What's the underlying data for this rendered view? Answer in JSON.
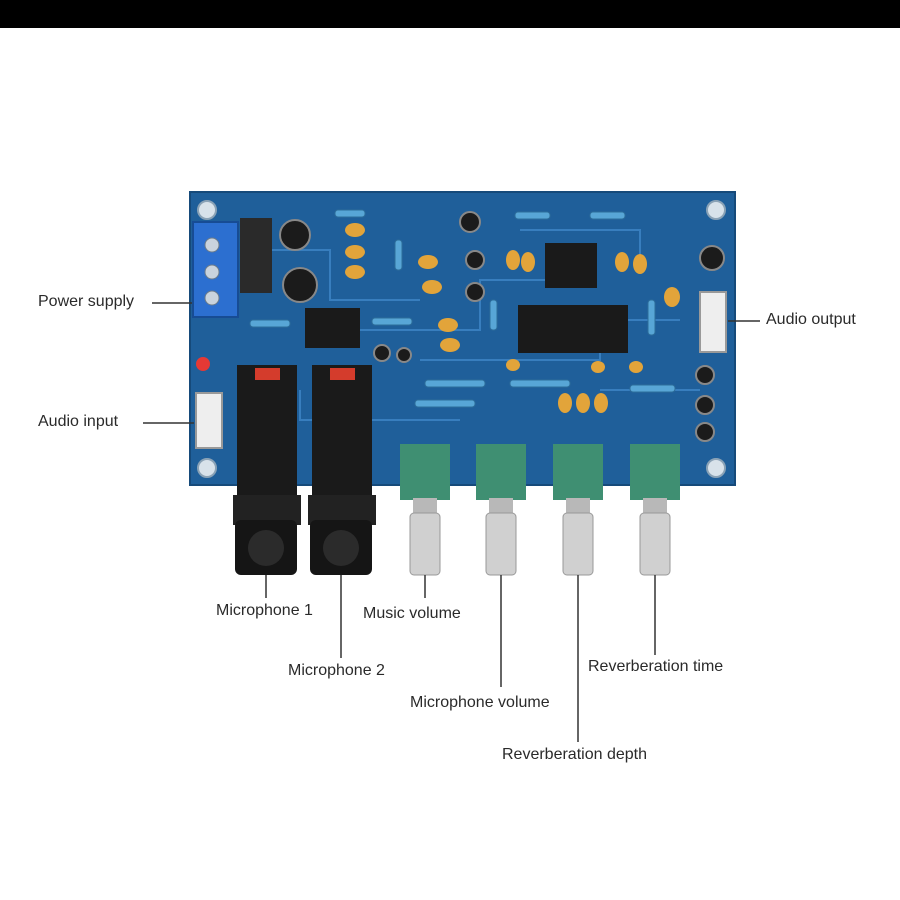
{
  "labels": {
    "power_supply": "Power supply",
    "audio_output": "Audio output",
    "audio_input": "Audio input",
    "microphone_1": "Microphone 1",
    "microphone_2": "Microphone 2",
    "music_volume": "Music volume",
    "microphone_volume": "Microphone volume",
    "reverberation_depth": "Reverberation depth",
    "reverberation_time": "Reverberation time"
  },
  "colors": {
    "pcb": "#1f5f9a",
    "trace": "#3f86c7",
    "jack": "#1a1a1a",
    "pot": "#3f8f72",
    "leader_line": "#333333"
  }
}
